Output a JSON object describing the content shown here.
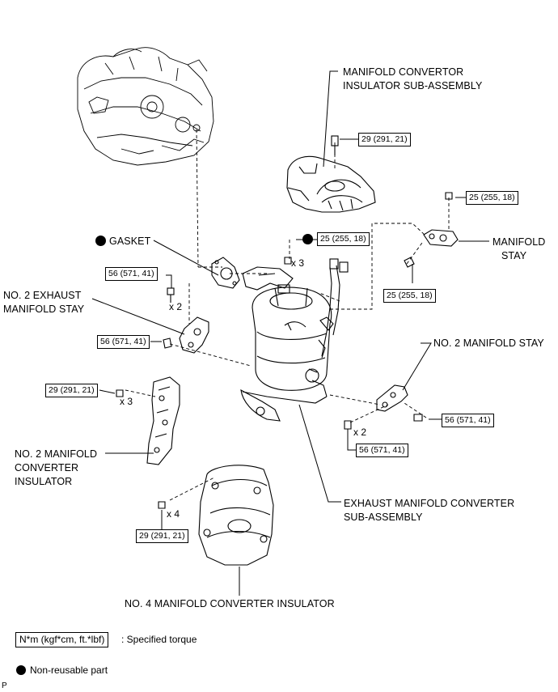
{
  "labels": {
    "manifold_convertor_insulator": [
      "MANIFOLD CONVERTOR",
      "INSULATOR SUB-ASSEMBLY"
    ],
    "gasket": "GASKET",
    "manifold_stay": [
      "MANIFOLD",
      "STAY"
    ],
    "no2_exhaust_manifold_stay": [
      "NO. 2 EXHAUST",
      "MANIFOLD STAY"
    ],
    "no2_manifold_stay": "NO. 2 MANIFOLD STAY",
    "no2_manifold_converter_insulator": [
      "NO. 2 MANIFOLD",
      "CONVERTER",
      "INSULATOR"
    ],
    "exhaust_manifold_converter": [
      "EXHAUST MANIFOLD CONVERTER",
      "SUB-ASSEMBLY"
    ],
    "no4_manifold_converter_insulator": "NO. 4 MANIFOLD CONVERTER INSULATOR"
  },
  "torques": {
    "t29_top": "29 (291, 21)",
    "t25_stay_top": "25 (255, 18)",
    "t25_nuts": "25 (255, 18)",
    "t25_stay_bottom": "25 (255, 18)",
    "t56_left_top": "56 (571, 41)",
    "t56_left_mid": "56 (571, 41)",
    "t29_left": "29 (291, 21)",
    "t56_right": "56 (571, 41)",
    "t56_bottom": "56 (571, 41)",
    "t29_bottom": "29 (291, 21)"
  },
  "multipliers": {
    "x3_nuts": "x 3",
    "x2_left": "x 2",
    "x3_left": "x 3",
    "x2_right": "x 2",
    "x4_bottom": "x 4"
  },
  "legend": {
    "torque_key": "N*m (kgf*cm, ft.*lbf)",
    "torque_desc": ": Specified torque",
    "nonreusable": "Non-reusable part"
  },
  "corner_mark": "P"
}
